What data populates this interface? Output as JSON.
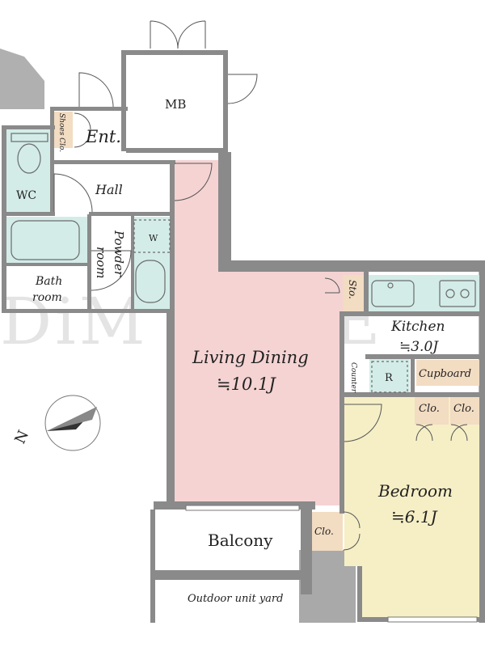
{
  "rooms": {
    "mb": "MB",
    "entrance": "Ent.",
    "shoes_closet": "Shoes Clo.",
    "wc": "WC",
    "hall": "Hall",
    "bath_line1": "Bath",
    "bath_line2": "room",
    "powder_line1": "Powder",
    "powder_line2": "room",
    "washer": "W",
    "living_dining": "Living Dining",
    "living_dining_size": "≒10.1J",
    "storage": "Sto.",
    "kitchen": "Kitchen",
    "kitchen_size": "≒3.0J",
    "counter": "Counter",
    "refrigerator": "R",
    "cupboard": "Cupboard",
    "closet_a": "Clo.",
    "closet_b": "Clo.",
    "closet_c": "Clo.",
    "bedroom": "Bedroom",
    "bedroom_size": "≒6.1J",
    "balcony": "Balcony",
    "outdoor_unit_yard": "Outdoor unit yard"
  },
  "compass": {
    "label": "N"
  },
  "watermark": "DiM CORE",
  "colors": {
    "wall": "#8a8a8a",
    "living": "#f5d3d3",
    "bedroom": "#f6efc6",
    "wet": "#d3ece8",
    "closet": "#f2dcc2",
    "shadow": "#a9a9a9"
  }
}
